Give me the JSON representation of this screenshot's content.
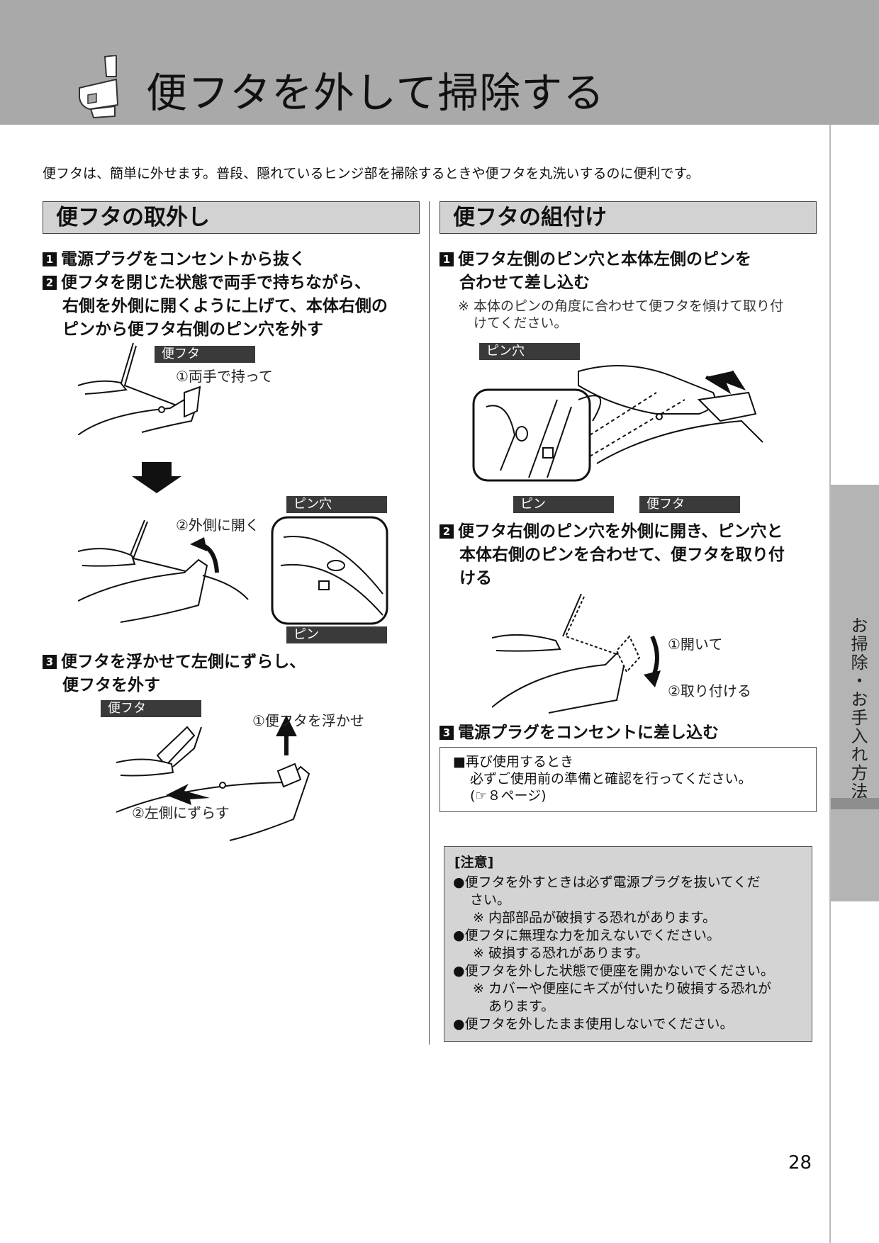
{
  "header": {
    "title": "便フタを外して掃除する"
  },
  "intro": "便フタは、簡単に外せます。普段、隠れているヒンジ部を掃除するときや便フタを丸洗いするのに便利です。",
  "left_section": {
    "heading": "便フタの取外し",
    "step1": {
      "num": "1",
      "text": "電源プラグをコンセントから抜く"
    },
    "step2": {
      "num": "2",
      "line1": "便フタを閉じた状態で両手で持ちながら、",
      "line2": "右側を外側に開くように上げて、本体右側の",
      "line3": "ピンから便フタ右側のピン穴を外す"
    },
    "fig1": {
      "label_lid": "便フタ",
      "caption": "①両手で持って"
    },
    "fig2": {
      "caption": "②外側に開く",
      "label_pinhole": "ピン穴",
      "label_pin": "ピン"
    },
    "step3": {
      "num": "3",
      "line1": "便フタを浮かせて左側にずらし、",
      "line2": "便フタを外す"
    },
    "fig3": {
      "label_lid": "便フタ",
      "caption1": "①便フタを浮かせ",
      "caption2": "②左側にずらす"
    }
  },
  "right_section": {
    "heading": "便フタの組付け",
    "step1": {
      "num": "1",
      "line1": "便フタ左側のピン穴と本体左側のピンを",
      "line2": "合わせて差し込む",
      "note1": "※ 本体のピンの角度に合わせて便フタを傾けて取り付",
      "note2": "けてください。"
    },
    "fig1": {
      "label_pinhole": "ピン穴",
      "label_pin": "ピン",
      "label_lid": "便フタ"
    },
    "step2": {
      "num": "2",
      "line1": "便フタ右側のピン穴を外側に開き、ピン穴と",
      "line2": "本体右側のピンを合わせて、便フタを取り付",
      "line3": "ける"
    },
    "fig2": {
      "caption1": "①開いて",
      "caption2": "②取り付ける"
    },
    "step3": {
      "num": "3",
      "text": "電源プラグをコンセントに差し込む"
    },
    "info": {
      "line1": "■再び使用するとき",
      "line2": "必ずご使用前の準備と確認を行ってください。",
      "line3": "(☞８ページ)"
    },
    "caution": {
      "title": "[注意]",
      "items": [
        "●便フタを外すときは必ず電源プラグを抜いてくだ",
        "さい。",
        "※ 内部部品が破損する恐れがあります。",
        "●便フタに無理な力を加えないでください。",
        "※ 破損する恐れがあります。",
        "●便フタを外した状態で便座を開かないでください。",
        "※ カバーや便座にキズが付いたり破損する恐れが",
        "あります。",
        "●便フタを外したまま使用しないでください。"
      ]
    }
  },
  "side_tab": {
    "text": "お掃除・お手入れ方法"
  },
  "page_number": "28"
}
